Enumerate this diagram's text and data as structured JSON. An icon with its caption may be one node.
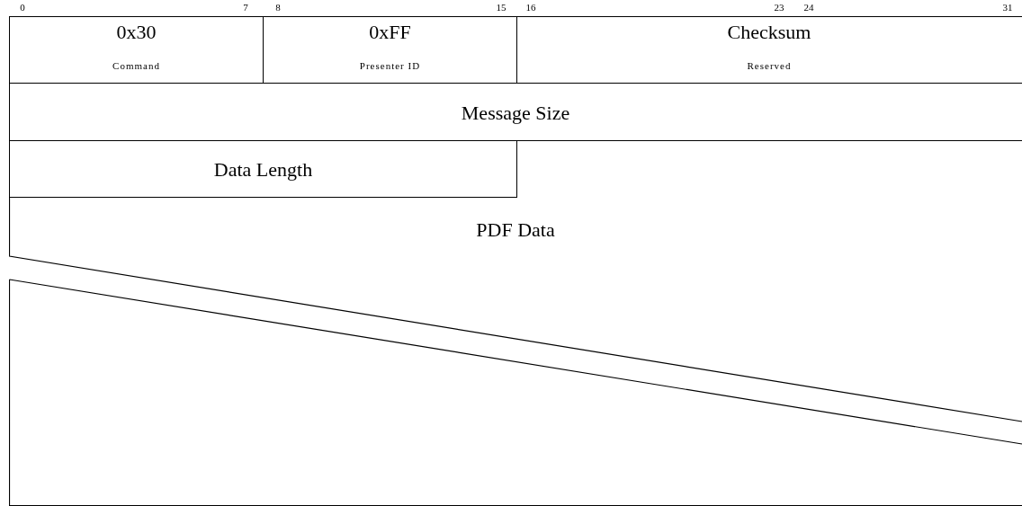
{
  "diagram": {
    "nodes": [
      {
        "text": [
          "0x30",
          "Command"
        ]
      },
      {
        "text": [
          "0xFF",
          "Presenter ID"
        ]
      },
      {
        "text": [
          "Checksum",
          "Reserved"
        ]
      },
      {
        "text": [
          "Message Size"
        ]
      },
      {
        "text": [
          "Data Length"
        ]
      },
      {
        "text": [
          "PDF Data"
        ]
      }
    ],
    "edges": [],
    "labels": [
      "0",
      "7",
      "8",
      "15",
      "16",
      "23",
      "24",
      "31"
    ]
  }
}
